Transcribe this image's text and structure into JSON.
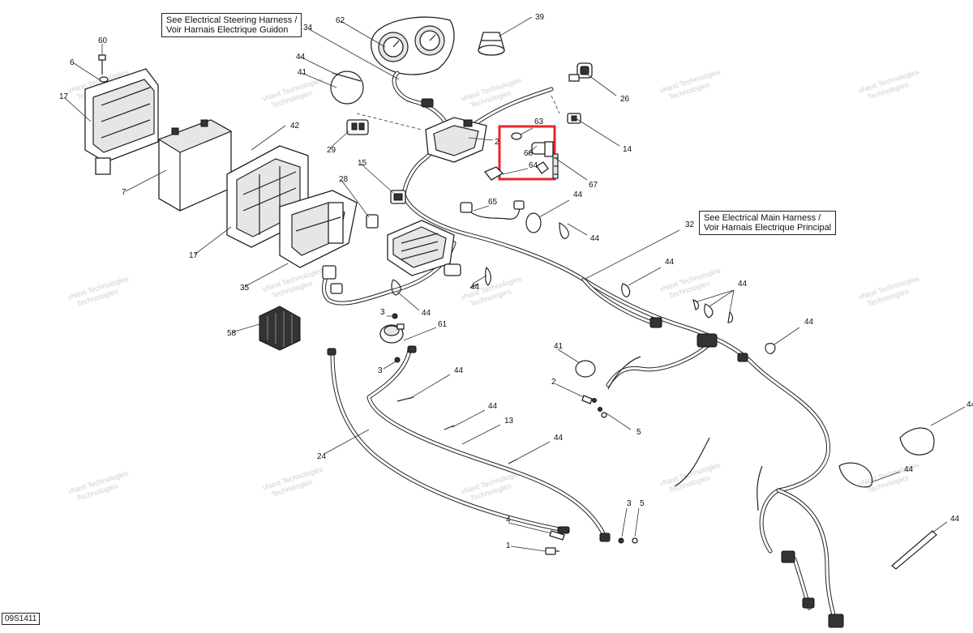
{
  "callouts": {
    "steering": {
      "line1": "See Electrical Steering Harness /",
      "line2": "Voir Harnais Electrique Guidon"
    },
    "main": {
      "line1": "See Electrical Main Harness /",
      "line2": "Voir Harnais Electrique Principal"
    }
  },
  "diagram_code": "09S1411",
  "watermark": {
    "line1": "vNext Technologies",
    "line2": "Technologies"
  },
  "highlight": {
    "color": "#e8242c",
    "items": [
      "63",
      "68",
      "64",
      "67"
    ]
  },
  "labels": [
    "60",
    "6",
    "17",
    "7",
    "17",
    "35",
    "58",
    "34",
    "44",
    "41",
    "62",
    "29",
    "42",
    "28",
    "15",
    "2",
    "39",
    "26",
    "14",
    "63",
    "68",
    "64",
    "67",
    "65",
    "44",
    "44",
    "32",
    "44",
    "44",
    "44",
    "44",
    "44",
    "3",
    "61",
    "3",
    "44",
    "44",
    "13",
    "44",
    "24",
    "41",
    "2",
    "5",
    "4",
    "1",
    "3",
    "5",
    "44",
    "44",
    "44"
  ]
}
